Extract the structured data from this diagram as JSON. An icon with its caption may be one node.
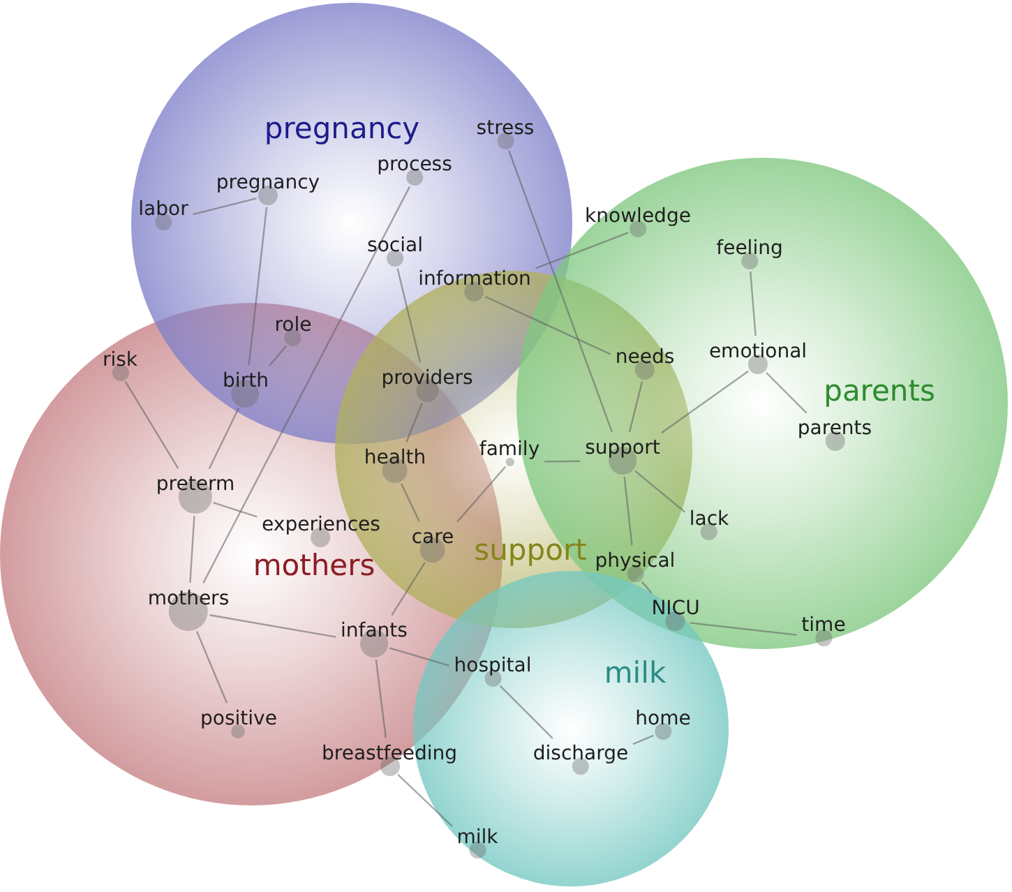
{
  "diagram": {
    "nodes": [
      {
        "text": [
          "pregnancy"
        ]
      },
      {
        "text": [
          "parents"
        ]
      },
      {
        "text": [
          "support"
        ]
      },
      {
        "text": [
          "mothers"
        ]
      },
      {
        "text": [
          "milk"
        ]
      },
      {
        "text": [
          "stress"
        ],
        "in": 0
      },
      {
        "text": [
          "labor"
        ],
        "in": 0
      },
      {
        "text": [
          "pregnancy"
        ],
        "in": 0
      },
      {
        "text": [
          "process"
        ],
        "in": 0
      },
      {
        "text": [
          "knowledge"
        ],
        "in": 1
      },
      {
        "text": [
          "social"
        ],
        "in": 0
      },
      {
        "text": [
          "information"
        ]
      },
      {
        "text": [
          "feeling"
        ],
        "in": 1
      },
      {
        "text": [
          "role"
        ]
      },
      {
        "text": [
          "risk"
        ],
        "in": 3
      },
      {
        "text": [
          "birth"
        ]
      },
      {
        "text": [
          "providers"
        ]
      },
      {
        "text": [
          "needs"
        ]
      },
      {
        "text": [
          "emotional"
        ],
        "in": 1
      },
      {
        "text": [
          "family"
        ],
        "in": 2
      },
      {
        "text": [
          "health"
        ]
      },
      {
        "text": [
          "support"
        ]
      },
      {
        "text": [
          "parents"
        ],
        "in": 1
      },
      {
        "text": [
          "preterm"
        ],
        "in": 3
      },
      {
        "text": [
          "experiences"
        ],
        "in": 3
      },
      {
        "text": [
          "lack"
        ],
        "in": 1
      },
      {
        "text": [
          "care"
        ]
      },
      {
        "text": [
          "physical"
        ]
      },
      {
        "text": [
          "mothers"
        ],
        "in": 3
      },
      {
        "text": [
          "infants"
        ],
        "in": 3
      },
      {
        "text": [
          "NICU"
        ]
      },
      {
        "text": [
          "time"
        ],
        "in": 1
      },
      {
        "text": [
          "hospital"
        ]
      },
      {
        "text": [
          "home"
        ],
        "in": 4
      },
      {
        "text": [
          "positive"
        ],
        "in": 3
      },
      {
        "text": [
          "breastfeeding"
        ],
        "in": 3
      },
      {
        "text": [
          "discharge"
        ],
        "in": 4
      },
      {
        "text": [
          "milk"
        ],
        "in": 4
      }
    ],
    "edges": [
      {
        "from": 6,
        "to": 7,
        "arrow": "none"
      },
      {
        "from": 7,
        "to": 15,
        "arrow": "none"
      },
      {
        "from": 8,
        "to": 28,
        "arrow": "none"
      },
      {
        "from": 5,
        "to": 21,
        "arrow": "none"
      },
      {
        "from": 9,
        "to": 11,
        "arrow": "none"
      },
      {
        "from": 11,
        "to": 17,
        "arrow": "none"
      },
      {
        "from": 10,
        "to": 16,
        "arrow": "none"
      },
      {
        "from": 12,
        "to": 18,
        "arrow": "none"
      },
      {
        "from": 13,
        "to": 15,
        "arrow": "none"
      },
      {
        "from": 14,
        "to": 23,
        "arrow": "none"
      },
      {
        "from": 15,
        "to": 23,
        "arrow": "none"
      },
      {
        "from": 16,
        "to": 20,
        "arrow": "none"
      },
      {
        "from": 17,
        "to": 21,
        "arrow": "none"
      },
      {
        "from": 18,
        "to": 21,
        "arrow": "none"
      },
      {
        "from": 18,
        "to": 22,
        "arrow": "none"
      },
      {
        "from": 19,
        "to": 21,
        "arrow": "none"
      },
      {
        "from": 19,
        "to": 26,
        "arrow": "none"
      },
      {
        "from": 20,
        "to": 26,
        "arrow": "none"
      },
      {
        "from": 21,
        "to": 25,
        "arrow": "none"
      },
      {
        "from": 21,
        "to": 27,
        "arrow": "none"
      },
      {
        "from": 23,
        "to": 24,
        "arrow": "none"
      },
      {
        "from": 23,
        "to": 28,
        "arrow": "none"
      },
      {
        "from": 26,
        "to": 29,
        "arrow": "none"
      },
      {
        "from": 27,
        "to": 30,
        "arrow": "none"
      },
      {
        "from": 28,
        "to": 29,
        "arrow": "none"
      },
      {
        "from": 28,
        "to": 34,
        "arrow": "none"
      },
      {
        "from": 30,
        "to": 31,
        "arrow": "none"
      },
      {
        "from": 29,
        "to": 32,
        "arrow": "none"
      },
      {
        "from": 29,
        "to": 35,
        "arrow": "none"
      },
      {
        "from": 32,
        "to": 36,
        "arrow": "none"
      },
      {
        "from": 36,
        "to": 33,
        "arrow": "none"
      },
      {
        "from": 35,
        "to": 37,
        "arrow": "none"
      }
    ]
  }
}
